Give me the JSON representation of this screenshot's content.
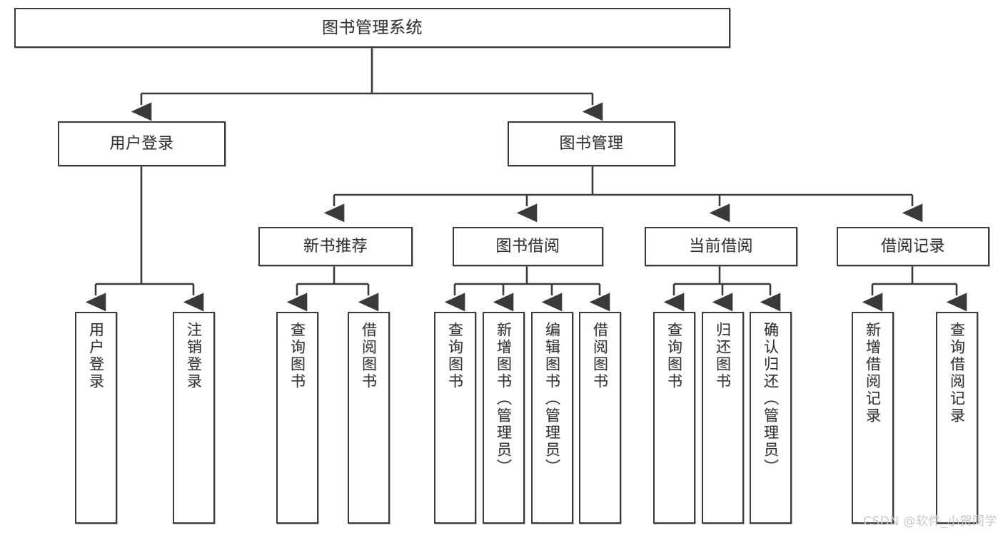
{
  "diagram": {
    "title": "图书管理系统",
    "type": "functional-decomposition-tree",
    "orientation": "top-down",
    "style": {
      "box_fill": "#ffffff",
      "box_border": "#3a3a3a",
      "edge_color": "#3a3a3a",
      "text_color": "#333333",
      "canvas_background": "#ffffff",
      "watermark_color": "#c9c9c9"
    },
    "watermark": "CSDN @软件_小贺同学",
    "nodes": {
      "root": {
        "label": "图书管理系统",
        "level": 1
      },
      "l2": [
        {
          "id": "user-login",
          "label": "用户登录",
          "level": 2
        },
        {
          "id": "book-manage",
          "label": "图书管理",
          "level": 2
        }
      ],
      "l3": [
        {
          "id": "new-book-recommend",
          "label": "新书推荐",
          "level": 3,
          "parent": "book-manage"
        },
        {
          "id": "book-borrow",
          "label": "图书借阅",
          "level": 3,
          "parent": "book-manage"
        },
        {
          "id": "current-borrow",
          "label": "当前借阅",
          "level": 3,
          "parent": "book-manage"
        },
        {
          "id": "borrow-record",
          "label": "借阅记录",
          "level": 3,
          "parent": "book-manage"
        }
      ],
      "leaves": [
        {
          "id": "leaf-user-login",
          "label": "用户登录",
          "parent": "user-login"
        },
        {
          "id": "leaf-user-logout",
          "label": "注销登录",
          "parent": "user-login"
        },
        {
          "id": "leaf-query-book-1",
          "label": "查询图书",
          "parent": "new-book-recommend"
        },
        {
          "id": "leaf-borrow-book-1",
          "label": "借阅图书",
          "parent": "new-book-recommend"
        },
        {
          "id": "leaf-query-book-2",
          "label": "查询图书",
          "parent": "book-borrow"
        },
        {
          "id": "leaf-add-book",
          "label": "新增图书（管理员）",
          "parent": "book-borrow"
        },
        {
          "id": "leaf-edit-book",
          "label": "编辑图书（管理员）",
          "parent": "book-borrow"
        },
        {
          "id": "leaf-borrow-book-2",
          "label": "借阅图书",
          "parent": "book-borrow"
        },
        {
          "id": "leaf-query-book-3",
          "label": "查询图书",
          "parent": "current-borrow"
        },
        {
          "id": "leaf-return-book",
          "label": "归还图书",
          "parent": "current-borrow"
        },
        {
          "id": "leaf-confirm-return",
          "label": "确认归还（管理员）",
          "parent": "current-borrow"
        },
        {
          "id": "leaf-add-record",
          "label": "新增借阅记录",
          "parent": "borrow-record"
        },
        {
          "id": "leaf-query-record",
          "label": "查询借阅记录",
          "parent": "borrow-record"
        }
      ]
    }
  }
}
